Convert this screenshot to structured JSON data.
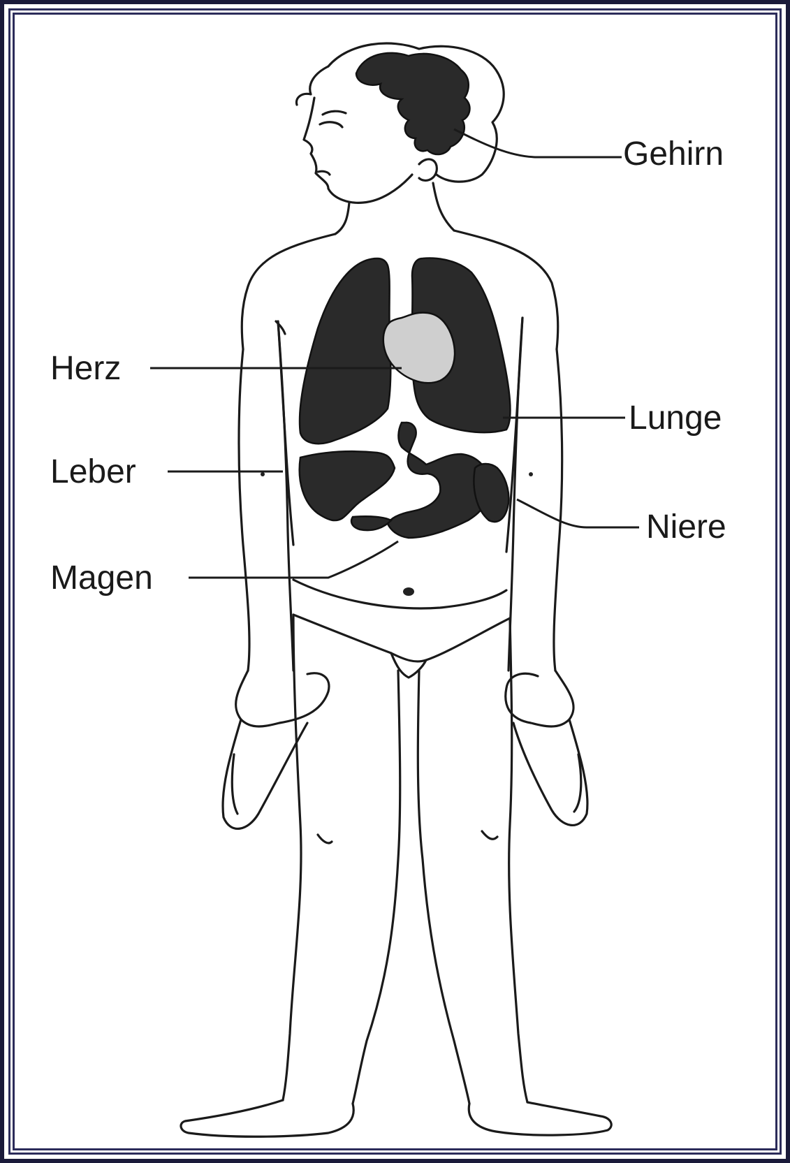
{
  "labels": {
    "brain": "Gehirn",
    "heart": "Herz",
    "lung": "Lunge",
    "liver": "Leber",
    "kidney": "Niere",
    "stomach": "Magen"
  },
  "colors": {
    "frame": "#2c2c5a",
    "ink": "#1a1a1a"
  }
}
